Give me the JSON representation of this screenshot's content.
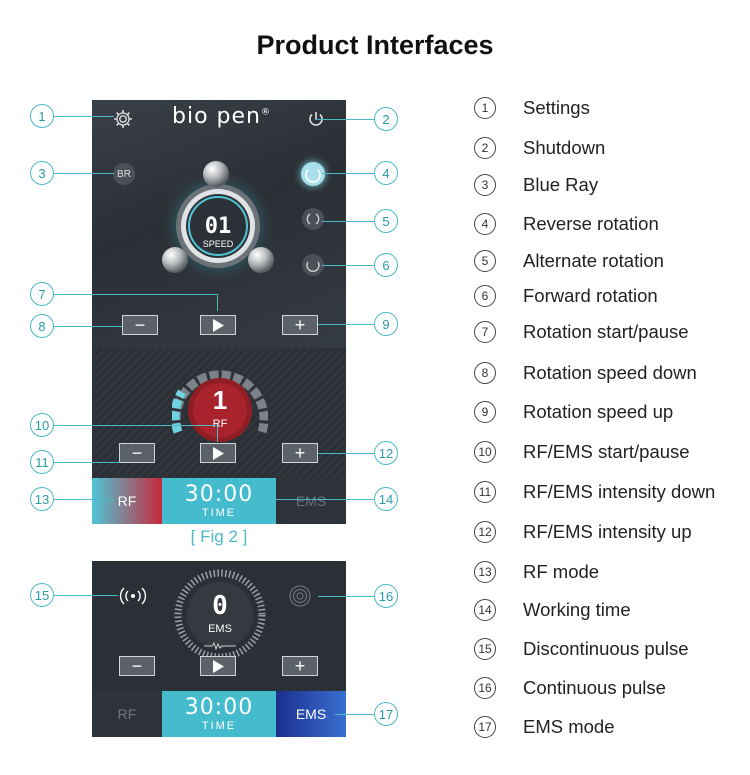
{
  "title": "Product Interfaces",
  "brand": "bio pen",
  "brand_mark": "®",
  "icons": {
    "settings": "gear-icon",
    "shutdown": "power-icon",
    "reverse": "reverse-rotation-icon",
    "alternate": "alternate-rotation-icon",
    "forward": "forward-rotation-icon",
    "discontinuous": "discontinuous-pulse-icon",
    "continuous": "continuous-pulse-icon"
  },
  "top_panel": {
    "br_label": "BR",
    "speed_value": "01",
    "speed_label": "SPEED",
    "minus": "−",
    "plus": "+"
  },
  "rf_panel": {
    "level": "1",
    "label": "RF",
    "minus": "−",
    "plus": "+"
  },
  "mode_bar_1": {
    "rf": "RF",
    "time": "30:00",
    "time_label": "TIME",
    "ems": "EMS"
  },
  "fig_caption": "[ Fig 2 ]",
  "ems_panel": {
    "level": "0",
    "label": "EMS",
    "minus": "−",
    "plus": "+"
  },
  "mode_bar_2": {
    "rf": "RF",
    "time": "30:00",
    "time_label": "TIME",
    "ems": "EMS"
  },
  "callouts": [
    "1",
    "2",
    "3",
    "4",
    "5",
    "6",
    "7",
    "8",
    "9",
    "10",
    "11",
    "12",
    "13",
    "14",
    "15",
    "16",
    "17"
  ],
  "legend": [
    {
      "num": "1",
      "text": "Settings"
    },
    {
      "num": "2",
      "text": "Shutdown"
    },
    {
      "num": "3",
      "text": "Blue Ray"
    },
    {
      "num": "4",
      "text": "Reverse rotation"
    },
    {
      "num": "5",
      "text": "Alternate rotation"
    },
    {
      "num": "6",
      "text": "Forward rotation"
    },
    {
      "num": "7",
      "text": "Rotation start/pause"
    },
    {
      "num": "8",
      "text": "Rotation speed down"
    },
    {
      "num": "9",
      "text": "Rotation speed up"
    },
    {
      "num": "10",
      "text": "RF/EMS start/pause"
    },
    {
      "num": "11",
      "text": "RF/EMS intensity down"
    },
    {
      "num": "12",
      "text": "RF/EMS intensity up"
    },
    {
      "num": "13",
      "text": "RF mode"
    },
    {
      "num": "14",
      "text": "Working time"
    },
    {
      "num": "15",
      "text": "Discontinuous pulse"
    },
    {
      "num": "16",
      "text": "Continuous pulse"
    },
    {
      "num": "17",
      "text": "EMS mode"
    }
  ],
  "colors": {
    "accent": "#49b8c7",
    "rf_red": "#c62a3a",
    "ems_blue": "#1f3aa8",
    "panel": "#2f343a"
  }
}
